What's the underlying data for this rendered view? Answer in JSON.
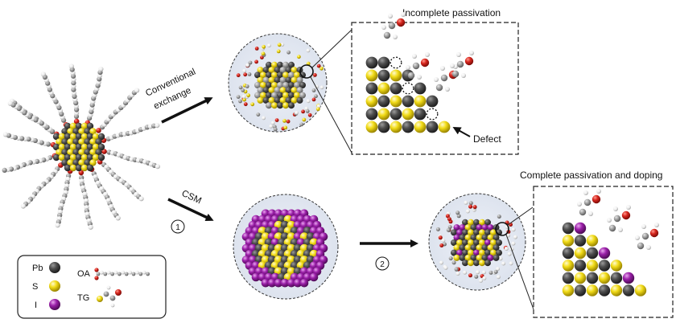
{
  "labels": {
    "conventional_line1": "Conventional",
    "conventional_line2": "exchange",
    "csm": "CSM",
    "step1": "1",
    "step2": "2",
    "incomplete": "Incomplete passivation",
    "complete": "Complete passivation and doping",
    "defect": "Defect"
  },
  "legend": {
    "items": [
      {
        "symbol": "Pb",
        "color": "#4a4a4a"
      },
      {
        "symbol": "S",
        "color": "#f2dc18"
      },
      {
        "symbol": "I",
        "color": "#9a1fa8"
      }
    ],
    "ligands": [
      {
        "symbol": "OA"
      },
      {
        "symbol": "TG"
      }
    ]
  },
  "colors": {
    "lead": "#4a4a4a",
    "sulfur": "#f2dc18",
    "iodine": "#9a1fa8",
    "oxygen": "#d7261e",
    "hydrogen": "#f2f2f2",
    "carbon": "#9c9c9c",
    "halo": "#e3e8f2",
    "arrow": "#111111"
  }
}
